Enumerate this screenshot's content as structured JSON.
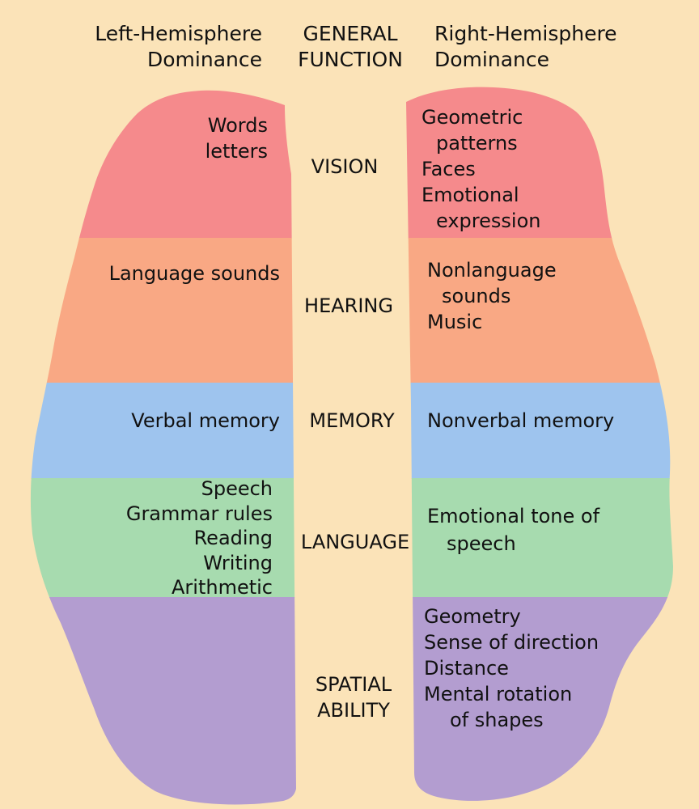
{
  "header": {
    "left_line1": "Left-Hemisphere",
    "left_line2": "Dominance",
    "center_line1": "GENERAL",
    "center_line2": "FUNCTION",
    "right_line1": "Right-Hemisphere",
    "right_line2": "Dominance"
  },
  "colors": {
    "background": "#FBE3B8",
    "vision": "#F58A8C",
    "hearing": "#F9A884",
    "memory": "#9EC4EE",
    "language": "#A7DBAF",
    "spatial": "#B39DD0"
  },
  "rows": [
    {
      "function": [
        "VISION"
      ],
      "left": [
        "Words",
        "letters"
      ],
      "right": [
        "Geometric",
        "patterns",
        "Faces",
        "Emotional",
        "expression"
      ]
    },
    {
      "function": [
        "HEARING"
      ],
      "left": [
        "Language sounds"
      ],
      "right": [
        "Nonlanguage",
        "sounds",
        "Music"
      ]
    },
    {
      "function": [
        "MEMORY"
      ],
      "left": [
        "Verbal memory"
      ],
      "right": [
        "Nonverbal memory"
      ]
    },
    {
      "function": [
        "LANGUAGE"
      ],
      "left": [
        "Speech",
        "Grammar rules",
        "Reading",
        "Writing",
        "Arithmetic"
      ],
      "right": [
        "Emotional tone of",
        "speech"
      ]
    },
    {
      "function": [
        "SPATIAL",
        "ABILITY"
      ],
      "left": [],
      "right": [
        "Geometry",
        "Sense of direction",
        "Distance",
        "Mental rotation",
        "of shapes"
      ]
    }
  ]
}
